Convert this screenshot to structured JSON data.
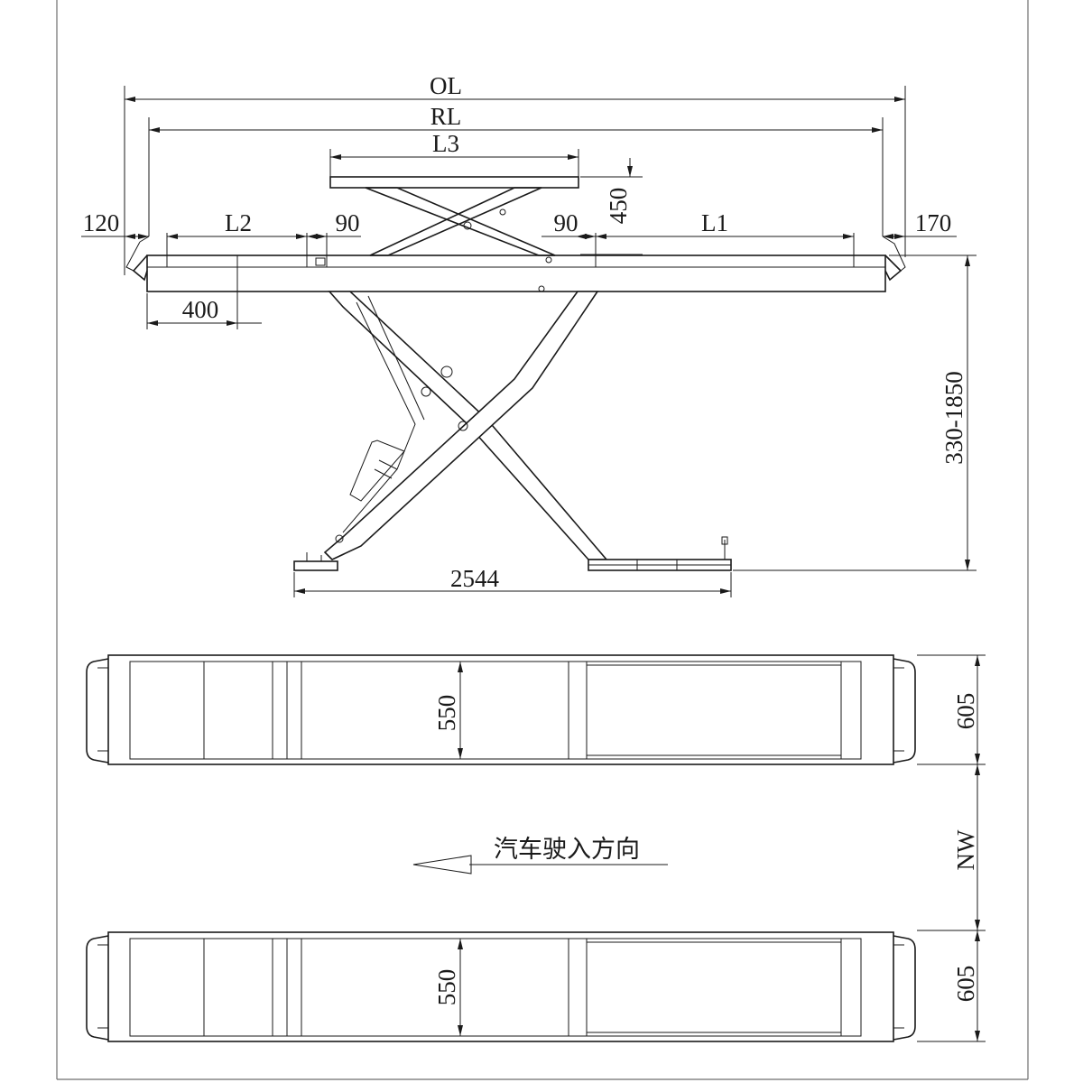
{
  "colors": {
    "line": "#1a1a1a",
    "frame": "#6e6e6e",
    "background": "#ffffff"
  },
  "side_view": {
    "overall_length": "OL",
    "runway_length": "RL",
    "secondary_lift_length": "L3",
    "secondary_lift_height": "450",
    "left_ramp_offset": "120",
    "right_ramp_offset": "170",
    "left_section": "L2",
    "right_section": "L1",
    "left_gap": "90",
    "right_gap": "90",
    "left_ramp_length": "400",
    "height_range": "330-1850",
    "base_length": "2544"
  },
  "top_view": {
    "upper_runway": {
      "inner_width": "550",
      "outer_width": "605"
    },
    "lower_runway": {
      "inner_width": "550",
      "outer_width": "605"
    },
    "gap": "NW",
    "drive_direction": "汽车驶入方向"
  }
}
